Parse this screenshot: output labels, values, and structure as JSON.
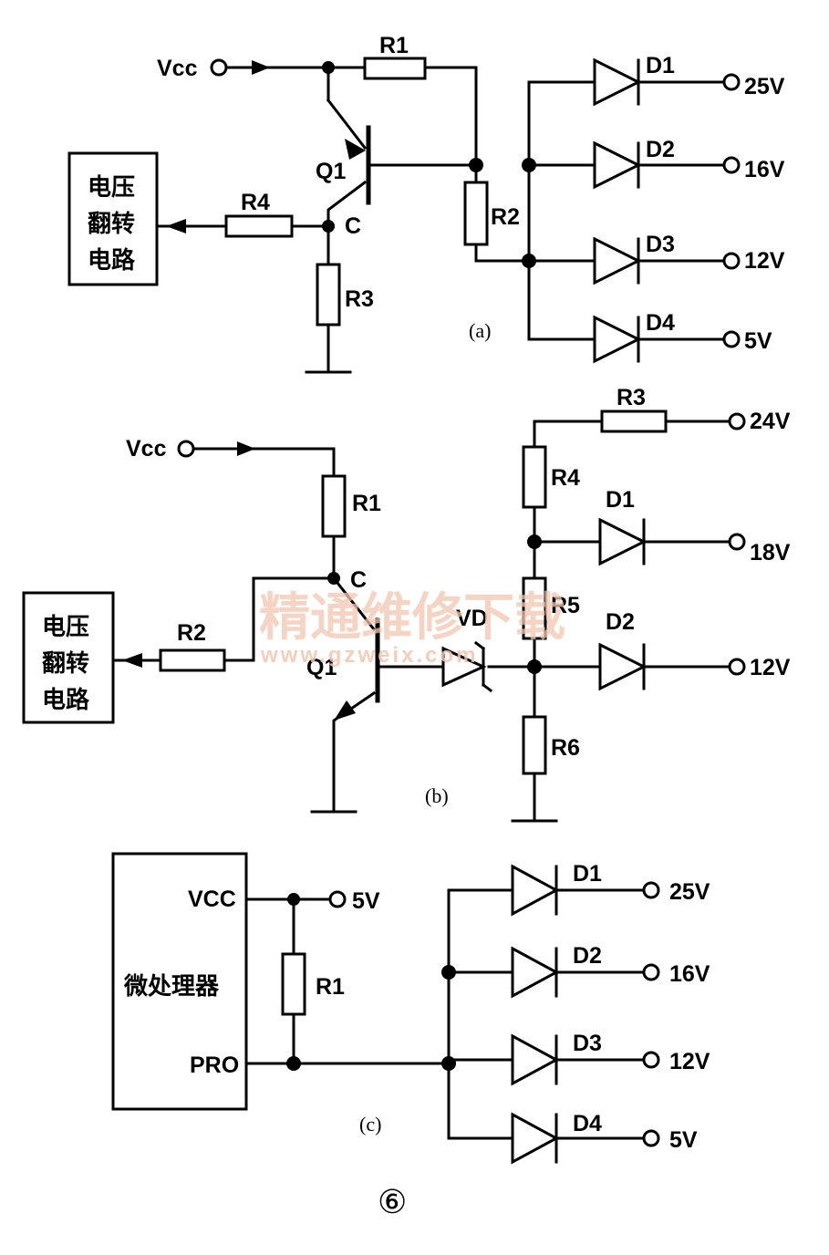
{
  "circuit_a": {
    "vcc": "Vcc",
    "r1": "R1",
    "r2": "R2",
    "r3": "R3",
    "r4": "R4",
    "q1": "Q1",
    "node_c": "C",
    "block_line1": "电压",
    "block_line2": "翻转",
    "block_line3": "电路",
    "d1": "D1",
    "d2": "D2",
    "d3": "D3",
    "d4": "D4",
    "v1": "25V",
    "v2": "16V",
    "v3": "12V",
    "v4": "5V",
    "caption": "(a)"
  },
  "circuit_b": {
    "vcc": "Vcc",
    "r1": "R1",
    "r2": "R2",
    "r3": "R3",
    "r4": "R4",
    "r5": "R5",
    "r6": "R6",
    "q1": "Q1",
    "node_c": "C",
    "vd": "VD",
    "block_line1": "电压",
    "block_line2": "翻转",
    "block_line3": "电路",
    "d1": "D1",
    "d2": "D2",
    "v_24": "24V",
    "v_18": "18V",
    "v_12": "12V",
    "caption": "(b)"
  },
  "circuit_c": {
    "mcu_label": "微处理器",
    "vcc_pin": "VCC",
    "pro_pin": "PRO",
    "r1": "R1",
    "v_supply": "5V",
    "d1": "D1",
    "d2": "D2",
    "d3": "D3",
    "d4": "D4",
    "v1": "25V",
    "v2": "16V",
    "v3": "12V",
    "v4": "5V",
    "caption": "(c)"
  },
  "watermark": {
    "line1": "精通维修下载",
    "line2": "www.gzweix.com"
  },
  "figure_number": "⑥"
}
